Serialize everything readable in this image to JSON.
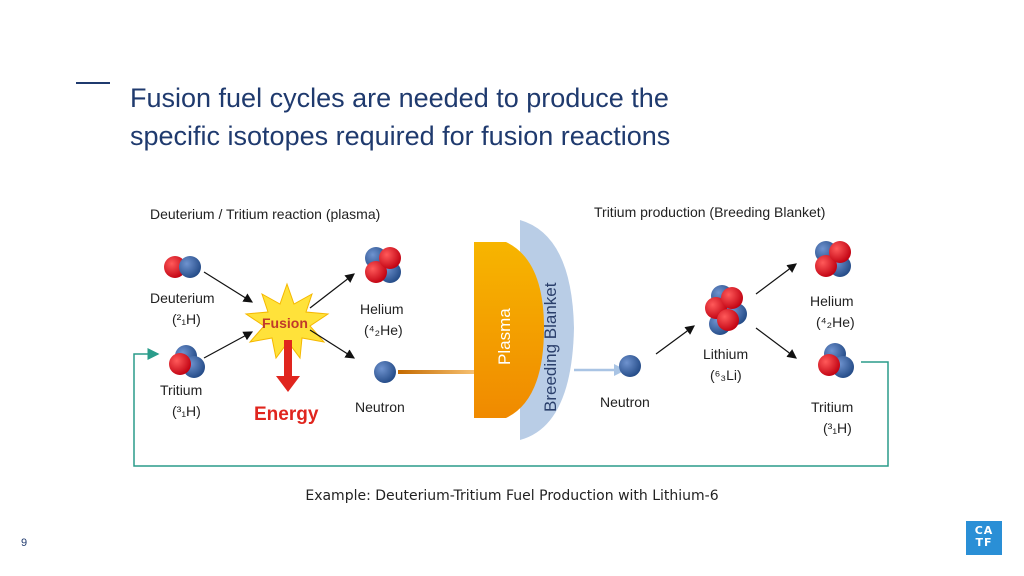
{
  "slide": {
    "heading_line1": "Fusion fuel cycles are needed to produce the",
    "heading_line2": "specific isotopes required for fusion reactions",
    "caption": "Example: Deuterium-Tritium Fuel Production with Lithium-6",
    "page_number": "9"
  },
  "logo": {
    "line1": "CA",
    "line2": "TF"
  },
  "diagram": {
    "left_title": "Deuterium / Tritium reaction (plasma)",
    "right_title": "Tritium production (Breeding Blanket)",
    "deuterium": {
      "name": "Deuterium",
      "symbol": "(²₁H)"
    },
    "tritium_in": {
      "name": "Tritium",
      "symbol": "(³₁H)"
    },
    "fusion_label": "Fusion",
    "energy_label": "Energy",
    "helium_left": {
      "name": "Helium",
      "symbol": "(⁴₂He)"
    },
    "neutron_left": "Neutron",
    "plasma_label": "Plasma",
    "blanket_label": "Breeding Blanket",
    "neutron_right": "Neutron",
    "lithium": {
      "name": "Lithium",
      "symbol": "(⁶₃Li)"
    },
    "helium_right": {
      "name": "Helium",
      "symbol": "(⁴₂He)"
    },
    "tritium_out": {
      "name": "Tritium",
      "symbol": "(³₁H)"
    },
    "colors": {
      "proton": "#d0121b",
      "neutron": "#2e5a9c",
      "loop_line": "#2a9c8a",
      "energy": "#e0251e",
      "plasma_top": "#f7b500",
      "plasma_bottom": "#f08a00",
      "blanket": "#b9cde6"
    }
  }
}
